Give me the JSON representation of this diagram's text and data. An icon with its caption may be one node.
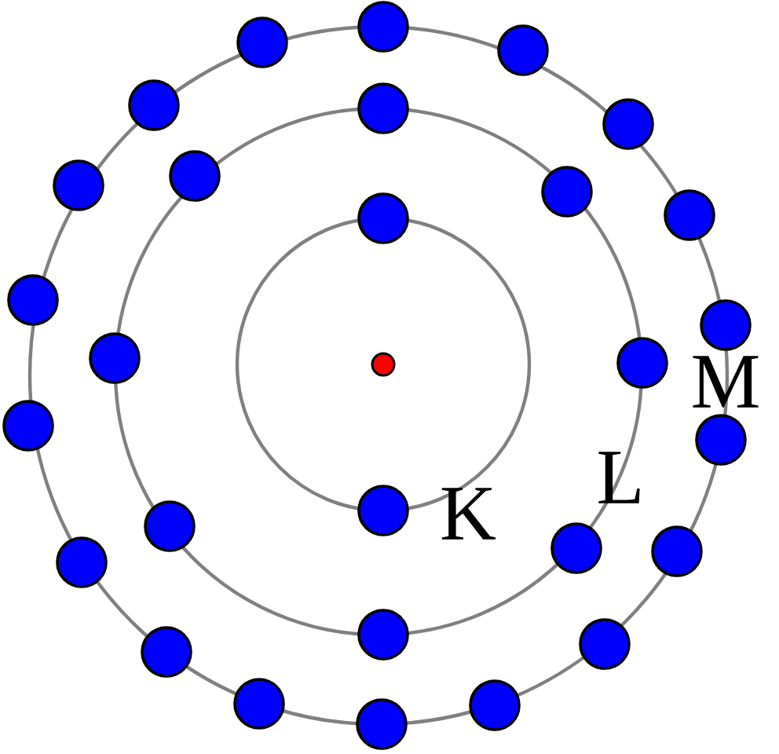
{
  "diagram": {
    "labels": [
      "K",
      "L",
      "M"
    ]
  }
}
